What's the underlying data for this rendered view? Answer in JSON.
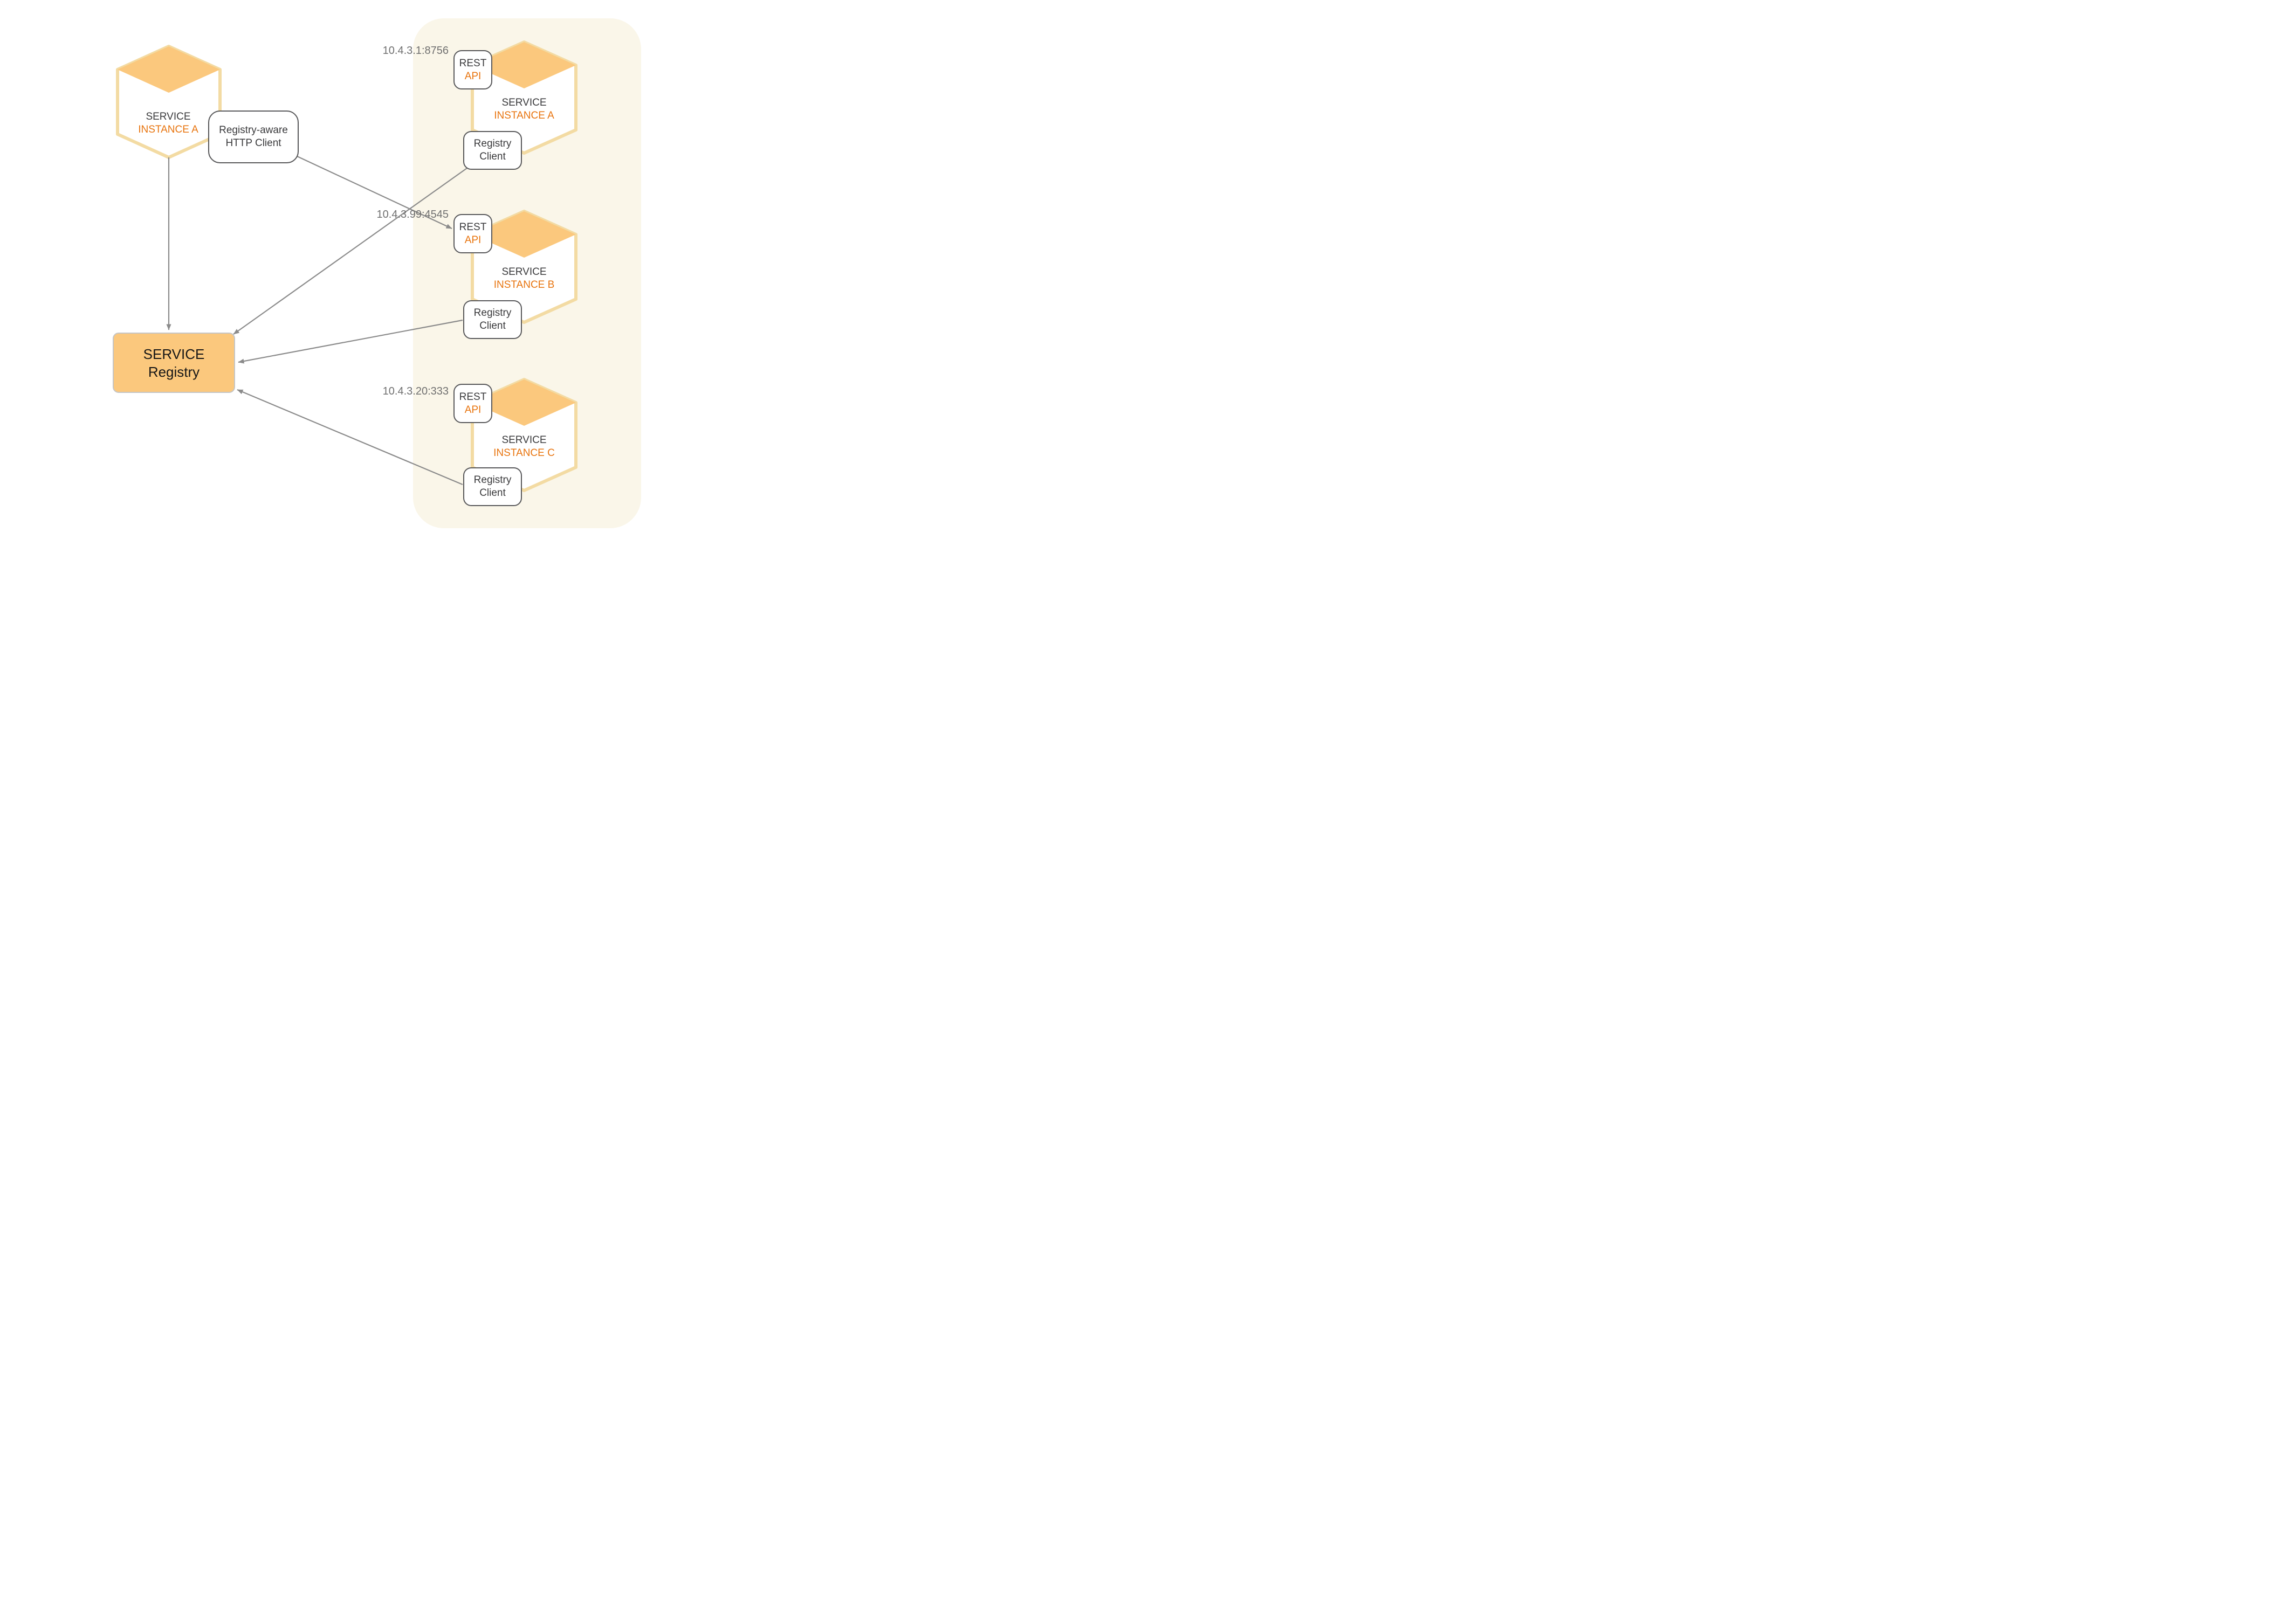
{
  "colors": {
    "orange_fill": "#fbc87d",
    "hexagon_border": "#f3dba3",
    "panel_background": "#faf6e9",
    "accent_orange_text": "#e8740e",
    "dark_text": "#3a3a3c",
    "arrow_gray": "#8b8b8b",
    "ip_text_gray": "#6f6f6f",
    "box_border_gray": "#58585a",
    "registry_border_gray": "#c5c5c5"
  },
  "registry": {
    "line1": "SERVICE",
    "line2": "Registry"
  },
  "http_client": {
    "line1": "Registry-aware",
    "line2": "HTTP Client"
  },
  "left_instance": {
    "service_label": "SERVICE",
    "instance_label": "INSTANCE A"
  },
  "instances": [
    {
      "ip": "10.4.3.1:8756",
      "service_label": "SERVICE",
      "instance_label": "INSTANCE A",
      "rest_label": "REST",
      "api_label": "API",
      "client_line1": "Registry",
      "client_line2": "Client"
    },
    {
      "ip": "10.4.3.99:4545",
      "service_label": "SERVICE",
      "instance_label": "INSTANCE B",
      "rest_label": "REST",
      "api_label": "API",
      "client_line1": "Registry",
      "client_line2": "Client"
    },
    {
      "ip": "10.4.3.20:333",
      "service_label": "SERVICE",
      "instance_label": "INSTANCE C",
      "rest_label": "REST",
      "api_label": "API",
      "client_line1": "Registry",
      "client_line2": "Client"
    }
  ]
}
